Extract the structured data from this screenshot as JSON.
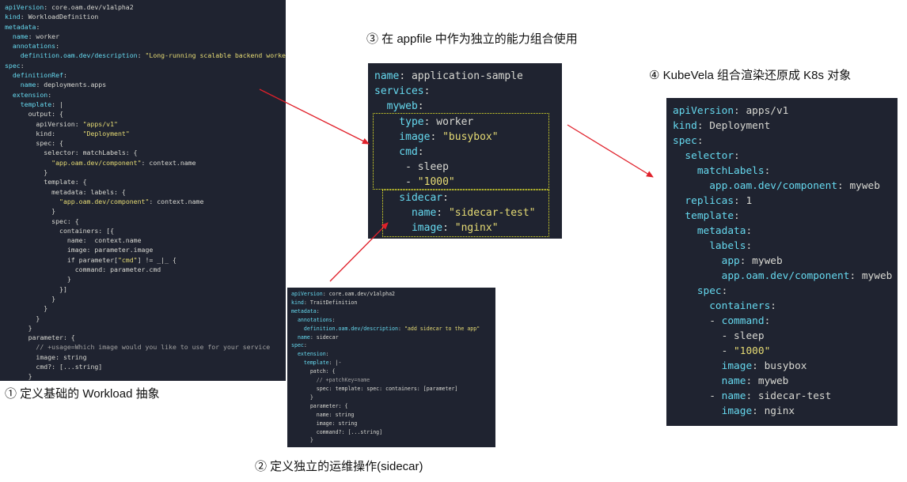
{
  "captions": {
    "workload": "① 定义基础的 Workload 抽象",
    "trait": "② 定义独立的运维操作(sidecar)",
    "appfile": "③ 在 appfile 中作为独立的能力组合使用",
    "k8s": "④ KubeVela 组合渲染还原成 K8s 对象"
  },
  "colors": {
    "panel_bg": "#1f2330",
    "key": "#66d9ef",
    "string": "#e6db74",
    "arrow": "#e0202a",
    "highlight": "#e8e82a"
  },
  "panels": {
    "workload": [
      [
        [
          "apiVersion",
          "k"
        ],
        [
          ": core.oam.dev/v1alpha2",
          "p"
        ]
      ],
      [
        [
          "kind",
          "k"
        ],
        [
          ": WorkloadDefinition",
          "p"
        ]
      ],
      [
        [
          "metadata",
          "k"
        ],
        [
          ":",
          "p"
        ]
      ],
      [
        [
          "  name",
          "k"
        ],
        [
          ": worker",
          "p"
        ]
      ],
      [
        [
          "  annotations",
          "k"
        ],
        [
          ":",
          "p"
        ]
      ],
      [
        [
          "    definition.oam.dev/description",
          "k"
        ],
        [
          ": ",
          "p"
        ],
        [
          "\"Long-running scalable backend worker",
          "s"
        ]
      ],
      [
        [
          "spec",
          "k"
        ],
        [
          ":",
          "p"
        ]
      ],
      [
        [
          "  definitionRef",
          "k"
        ],
        [
          ":",
          "p"
        ]
      ],
      [
        [
          "    name",
          "k"
        ],
        [
          ": deployments.apps",
          "p"
        ]
      ],
      [
        [
          "  extension",
          "k"
        ],
        [
          ":",
          "p"
        ]
      ],
      [
        [
          "    template",
          "k"
        ],
        [
          ": |",
          "p"
        ]
      ],
      [
        [
          "      output: {",
          "p"
        ]
      ],
      [
        [
          "        apiVersion: ",
          "p"
        ],
        [
          "\"apps/v1\"",
          "s"
        ]
      ],
      [
        [
          "        kind:       ",
          "p"
        ],
        [
          "\"Deployment\"",
          "s"
        ]
      ],
      [
        [
          "        spec: {",
          "p"
        ]
      ],
      [
        [
          "          selector: matchLabels: {",
          "p"
        ]
      ],
      [
        [
          "            ",
          "p"
        ],
        [
          "\"app.oam.dev/component\"",
          "s"
        ],
        [
          ": context.name",
          "p"
        ]
      ],
      [
        [
          "          }",
          "p"
        ]
      ],
      [
        [
          "          template: {",
          "p"
        ]
      ],
      [
        [
          "            metadata: labels: {",
          "p"
        ]
      ],
      [
        [
          "              ",
          "p"
        ],
        [
          "\"app.oam.dev/component\"",
          "s"
        ],
        [
          ": context.name",
          "p"
        ]
      ],
      [
        [
          "            }",
          "p"
        ]
      ],
      [
        [
          "            spec: {",
          "p"
        ]
      ],
      [
        [
          "              containers: [{",
          "p"
        ]
      ],
      [
        [
          "                name:  context.name",
          "p"
        ]
      ],
      [
        [
          "                image: parameter.image",
          "p"
        ]
      ],
      [
        [
          "                if parameter[",
          "p"
        ],
        [
          "\"cmd\"",
          "s"
        ],
        [
          "] != _|_ {",
          "p"
        ]
      ],
      [
        [
          "                  command: parameter.cmd",
          "p"
        ]
      ],
      [
        [
          "                }",
          "p"
        ]
      ],
      [
        [
          "              }]",
          "p"
        ]
      ],
      [
        [
          "            }",
          "p"
        ]
      ],
      [
        [
          "          }",
          "p"
        ]
      ],
      [
        [
          "        }",
          "p"
        ]
      ],
      [
        [
          "      }",
          "p"
        ]
      ],
      [
        [
          "      parameter: {",
          "p"
        ]
      ],
      [
        [
          "        // +usage=Which image would you like to use for your service",
          "c"
        ]
      ],
      [
        [
          "        image: string",
          "p"
        ]
      ],
      [
        [
          "        cmd?: [...string]",
          "p"
        ]
      ],
      [
        [
          "      }",
          "p"
        ]
      ]
    ],
    "trait": [
      [
        [
          "apiVersion",
          "k"
        ],
        [
          ": core.oam.dev/v1alpha2",
          "p"
        ]
      ],
      [
        [
          "kind",
          "k"
        ],
        [
          ": TraitDefinition",
          "p"
        ]
      ],
      [
        [
          "metadata",
          "k"
        ],
        [
          ":",
          "p"
        ]
      ],
      [
        [
          "  annotations",
          "k"
        ],
        [
          ":",
          "p"
        ]
      ],
      [
        [
          "    definition.oam.dev/description",
          "k"
        ],
        [
          ": ",
          "p"
        ],
        [
          "\"add sidecar to the app\"",
          "s"
        ]
      ],
      [
        [
          "  name",
          "k"
        ],
        [
          ": sidecar",
          "p"
        ]
      ],
      [
        [
          "spec",
          "k"
        ],
        [
          ":",
          "p"
        ]
      ],
      [
        [
          "  extension",
          "k"
        ],
        [
          ":",
          "p"
        ]
      ],
      [
        [
          "    template",
          "k"
        ],
        [
          ": |-",
          "p"
        ]
      ],
      [
        [
          "      patch: {",
          "p"
        ]
      ],
      [
        [
          "        // +patchKey=name",
          "c"
        ]
      ],
      [
        [
          "        spec: template: spec: containers: [parameter]",
          "p"
        ]
      ],
      [
        [
          "      }",
          "p"
        ]
      ],
      [
        [
          "      parameter: {",
          "p"
        ]
      ],
      [
        [
          "        name: string",
          "p"
        ]
      ],
      [
        [
          "        image: string",
          "p"
        ]
      ],
      [
        [
          "        command?: [...string]",
          "p"
        ]
      ],
      [
        [
          "      }",
          "p"
        ]
      ]
    ],
    "appfile": [
      [
        [
          "name",
          "k"
        ],
        [
          ": application-sample",
          "p"
        ]
      ],
      [
        [
          "services",
          "k"
        ],
        [
          ":",
          "p"
        ]
      ],
      [
        [
          "  myweb",
          "k"
        ],
        [
          ":",
          "p"
        ]
      ],
      [
        [
          "    type",
          "k"
        ],
        [
          ": worker",
          "p"
        ]
      ],
      [
        [
          "    image",
          "k"
        ],
        [
          ": ",
          "p"
        ],
        [
          "\"busybox\"",
          "s"
        ]
      ],
      [
        [
          "    cmd",
          "k"
        ],
        [
          ":",
          "p"
        ]
      ],
      [
        [
          "     - sleep",
          "p"
        ]
      ],
      [
        [
          "     - ",
          "p"
        ],
        [
          "\"1000\"",
          "s"
        ]
      ],
      [
        [
          "    sidecar",
          "k"
        ],
        [
          ":",
          "p"
        ]
      ],
      [
        [
          "      name",
          "k"
        ],
        [
          ": ",
          "p"
        ],
        [
          "\"sidecar-test\"",
          "s"
        ]
      ],
      [
        [
          "      image",
          "k"
        ],
        [
          ": ",
          "p"
        ],
        [
          "\"nginx\"",
          "s"
        ]
      ]
    ],
    "k8s": [
      [
        [
          "apiVersion",
          "k"
        ],
        [
          ": apps/v1",
          "p"
        ]
      ],
      [
        [
          "kind",
          "k"
        ],
        [
          ": Deployment",
          "p"
        ]
      ],
      [
        [
          "spec",
          "k"
        ],
        [
          ":",
          "p"
        ]
      ],
      [
        [
          "  selector",
          "k"
        ],
        [
          ":",
          "p"
        ]
      ],
      [
        [
          "    matchLabels",
          "k"
        ],
        [
          ":",
          "p"
        ]
      ],
      [
        [
          "      app.oam.dev/component",
          "k"
        ],
        [
          ": myweb",
          "p"
        ]
      ],
      [
        [
          "  replicas",
          "k"
        ],
        [
          ": 1",
          "p"
        ]
      ],
      [
        [
          "  template",
          "k"
        ],
        [
          ":",
          "p"
        ]
      ],
      [
        [
          "    metadata",
          "k"
        ],
        [
          ":",
          "p"
        ]
      ],
      [
        [
          "      labels",
          "k"
        ],
        [
          ":",
          "p"
        ]
      ],
      [
        [
          "        app",
          "k"
        ],
        [
          ": myweb",
          "p"
        ]
      ],
      [
        [
          "        app.oam.dev/component",
          "k"
        ],
        [
          ": myweb",
          "p"
        ]
      ],
      [
        [
          "    spec",
          "k"
        ],
        [
          ":",
          "p"
        ]
      ],
      [
        [
          "      containers",
          "k"
        ],
        [
          ":",
          "p"
        ]
      ],
      [
        [
          "      - ",
          "p"
        ],
        [
          "command",
          "k"
        ],
        [
          ":",
          "p"
        ]
      ],
      [
        [
          "        - sleep",
          "p"
        ]
      ],
      [
        [
          "        - ",
          "p"
        ],
        [
          "\"1000\"",
          "s"
        ]
      ],
      [
        [
          "        image",
          "k"
        ],
        [
          ": busybox",
          "p"
        ]
      ],
      [
        [
          "        name",
          "k"
        ],
        [
          ": myweb",
          "p"
        ]
      ],
      [
        [
          "      - ",
          "p"
        ],
        [
          "name",
          "k"
        ],
        [
          ": sidecar-test",
          "p"
        ]
      ],
      [
        [
          "        image",
          "k"
        ],
        [
          ": nginx",
          "p"
        ]
      ]
    ]
  }
}
